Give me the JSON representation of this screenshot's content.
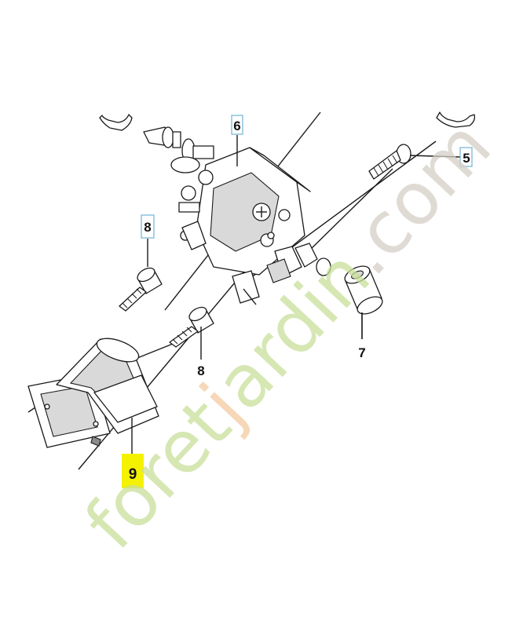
{
  "parts": [
    {
      "label": "6"
    },
    {
      "label": "5"
    },
    {
      "label": "8"
    },
    {
      "label": "7"
    },
    {
      "label": "8"
    },
    {
      "label": "9"
    }
  ],
  "highlighted_part": "9",
  "watermark": {
    "text": "foretjardin.com",
    "colors": [
      "#c8df99",
      "#f3c9a0",
      "#d4cfc6"
    ]
  },
  "colors": {
    "label_box": "#6fb3d2",
    "highlight_fill": "#f4f200",
    "line": "#1a1a1a"
  }
}
